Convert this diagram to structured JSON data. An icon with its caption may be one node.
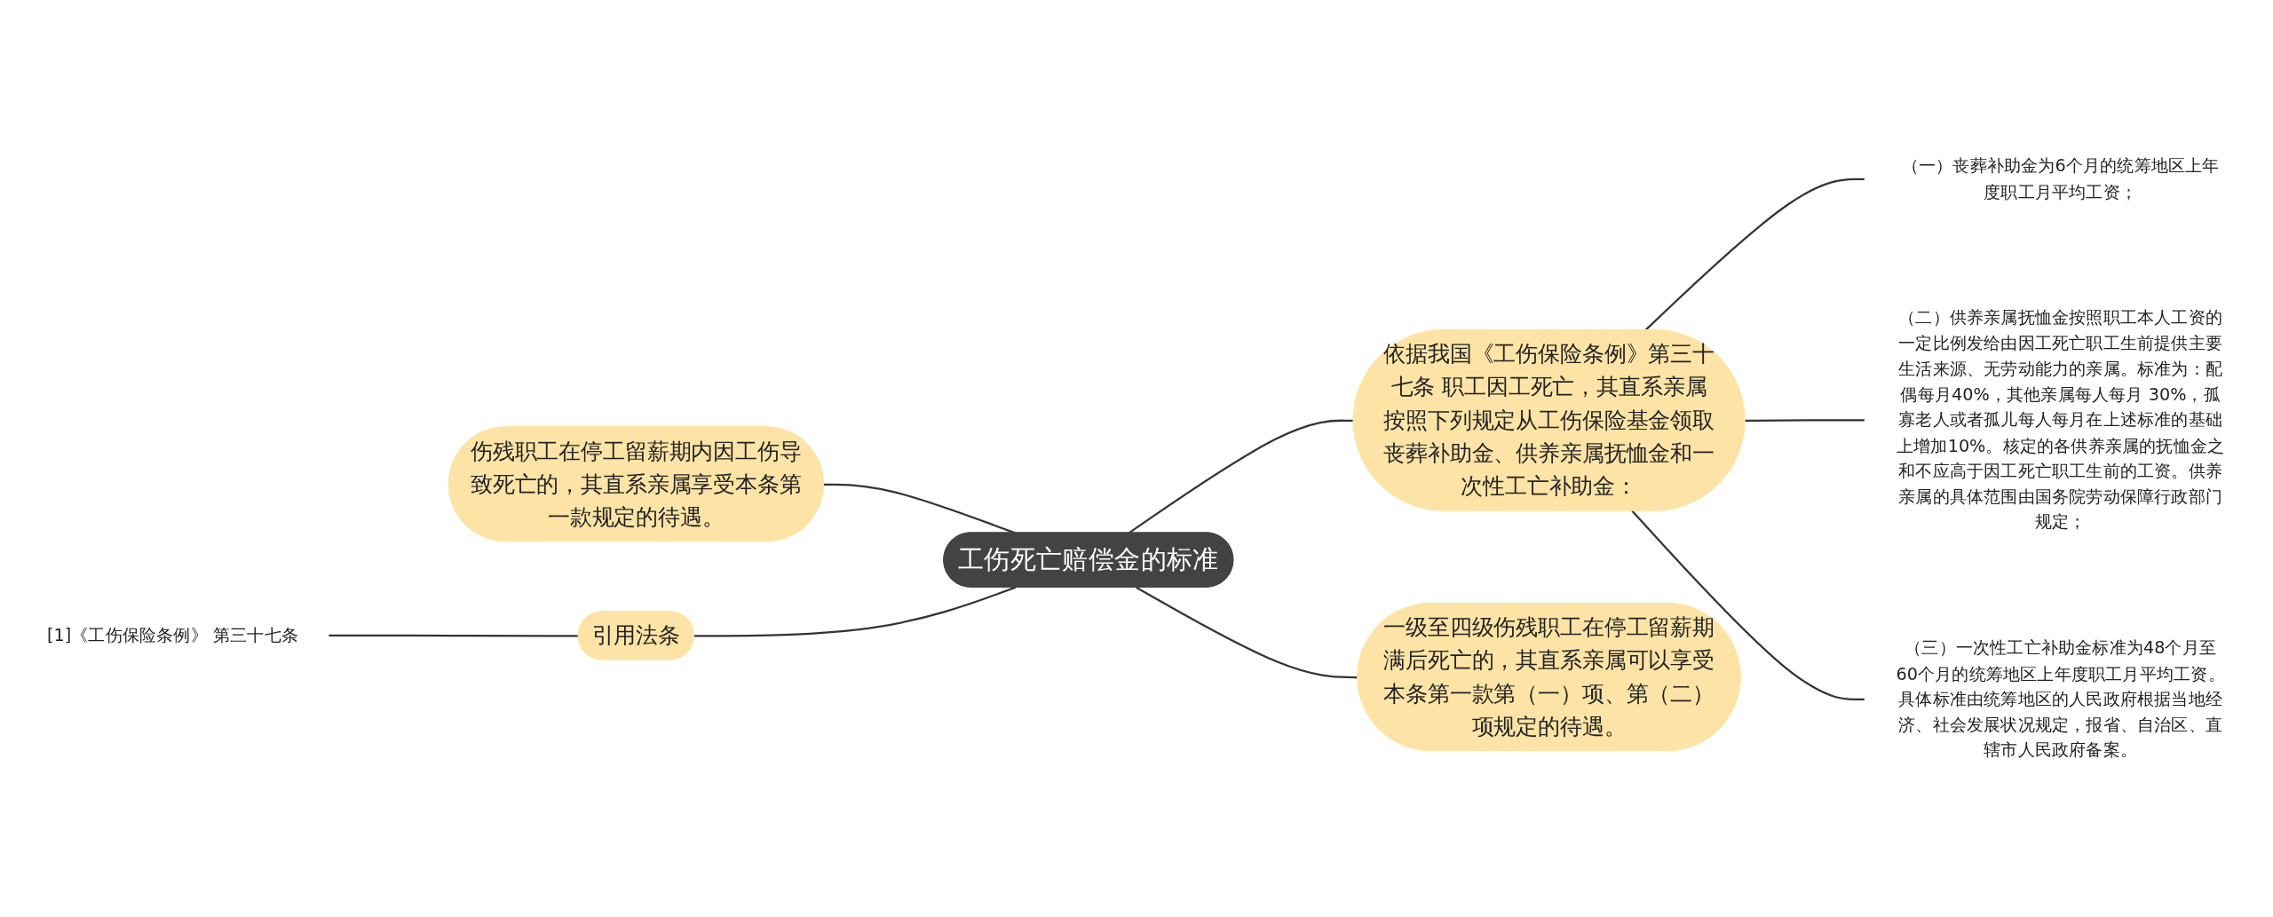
{
  "diagram": {
    "nodes": [
      {
        "text": [
          "工伤死亡赔偿金的标准"
        ]
      },
      {
        "text": [
          "依据我国《工伤保险条例》第三十七条 职工因工死亡，其直系亲属按照下列规定从工伤保险基金领取丧葬补助金、供养亲属抚恤金和一次性工亡补助金："
        ]
      },
      {
        "text": [
          "（一）丧葬补助金为6个月的统筹地区上年度职工月平均工资；"
        ]
      },
      {
        "text": [
          "（二）供养亲属抚恤金按照职工本人工资的一定比例发给由因工死亡职工生前提供主要生活来源、无劳动能力的亲属。标准为：配偶每月40%，其他亲属每人每月 30%，孤寡老人或者孤儿每人每月在上述标准的基础上增加10%。核定的各供养亲属的抚恤金之和不应高于因工死亡职工生前的工资。供养亲属的具体范围由国务院劳动保障行政部门规定；"
        ]
      },
      {
        "text": [
          "（三）一次性工亡补助金标准为48个月至60个月的统筹地区上年度职工月平均工资。具体标准由统筹地区的人民政府根据当地经济、社会发展状况规定，报省、自治区、直辖市人民政府备案。"
        ]
      },
      {
        "text": [
          "一级至四级伤残职工在停工留薪期满后死亡的，其直系亲属可以享受本条第一款第（一）项、第（二）项规定的待遇。"
        ]
      },
      {
        "text": [
          "伤残职工在停工留薪期内因工伤导致死亡的，其直系亲属享受本条第一款规定的待遇。"
        ]
      },
      {
        "text": [
          "引用法条"
        ]
      },
      {
        "text": [
          "[1]《工伤保险条例》 第三十七条"
        ]
      }
    ],
    "edges": [
      {
        "from": 0,
        "to": 1,
        "arrow": "none"
      },
      {
        "from": 1,
        "to": 2,
        "arrow": "none"
      },
      {
        "from": 1,
        "to": 3,
        "arrow": "none"
      },
      {
        "from": 1,
        "to": 4,
        "arrow": "none"
      },
      {
        "from": 0,
        "to": 5,
        "arrow": "none"
      },
      {
        "from": 6,
        "to": 0,
        "arrow": "none"
      },
      {
        "from": 7,
        "to": 0,
        "arrow": "none"
      },
      {
        "from": 8,
        "to": 7,
        "arrow": "none"
      }
    ]
  }
}
